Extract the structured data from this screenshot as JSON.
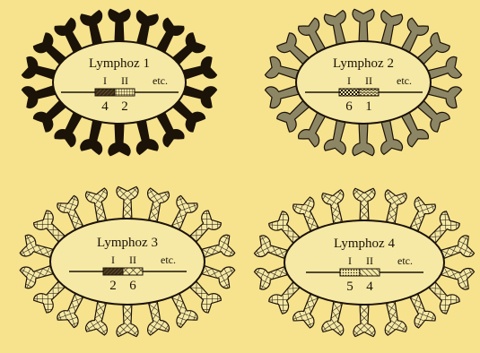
{
  "colors": {
    "background": "#f7e38e",
    "ink": "#1b1208",
    "cell_fill": "#f6e9a5",
    "solid_fill": "#1b1208",
    "gray_fill": "#8d8664"
  },
  "cells": [
    {
      "title": "Lymphoz 1",
      "segment_labels": [
        "I",
        "II",
        "etc."
      ],
      "values": [
        "4",
        "2"
      ],
      "spike_style": "solid",
      "segment_patterns": [
        "hatch-dark",
        "grid"
      ]
    },
    {
      "title": "Lymphoz 2",
      "segment_labels": [
        "I",
        "II",
        "etc."
      ],
      "values": [
        "6",
        "1"
      ],
      "spike_style": "gray",
      "segment_patterns": [
        "checker",
        "zigzag"
      ]
    },
    {
      "title": "Lymphoz 3",
      "segment_labels": [
        "I",
        "II",
        "etc."
      ],
      "values": [
        "2",
        "6"
      ],
      "spike_style": "crosshatch",
      "segment_patterns": [
        "hatch-dark",
        "crosshatch"
      ]
    },
    {
      "title": "Lymphoz 4",
      "segment_labels": [
        "I",
        "II",
        "etc."
      ],
      "values": [
        "5",
        "4"
      ],
      "spike_style": "crosshatch",
      "segment_patterns": [
        "dots",
        "diagonal"
      ]
    }
  ]
}
